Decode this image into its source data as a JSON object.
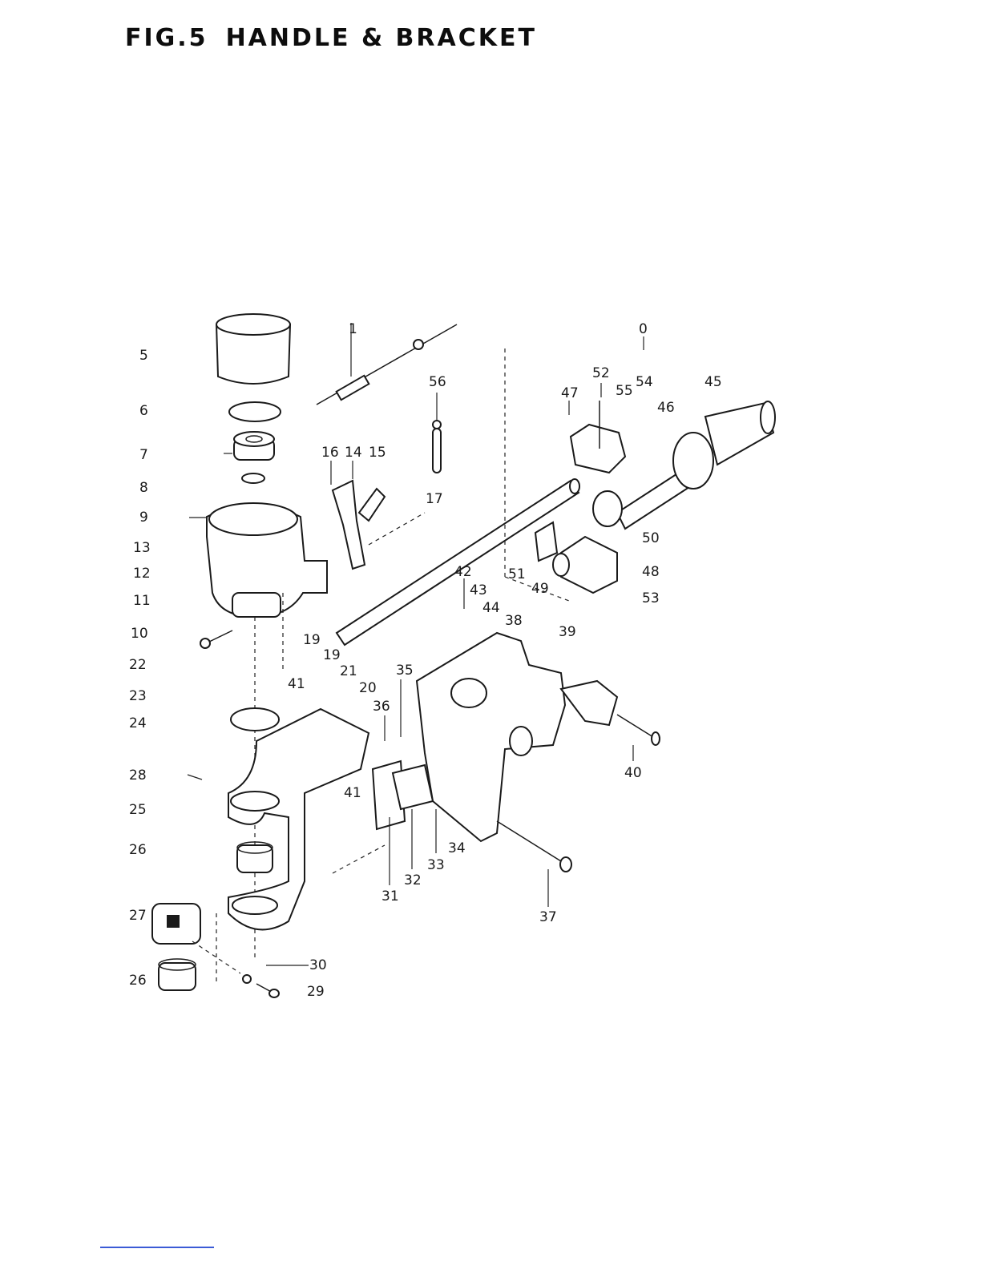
{
  "figure": {
    "number": "FIG.5",
    "title": "HANDLE & BRACKET"
  },
  "callouts": [
    "0",
    "1",
    "5",
    "6",
    "7",
    "8",
    "9",
    "10",
    "11",
    "12",
    "13",
    "14",
    "15",
    "16",
    "17",
    "19",
    "19",
    "20",
    "21",
    "22",
    "23",
    "24",
    "25",
    "26",
    "26",
    "27",
    "28",
    "29",
    "30",
    "31",
    "32",
    "33",
    "34",
    "35",
    "36",
    "37",
    "38",
    "39",
    "40",
    "41",
    "41",
    "42",
    "43",
    "44",
    "45",
    "46",
    "47",
    "48",
    "49",
    "50",
    "51",
    "52",
    "53",
    "54",
    "55",
    "56"
  ],
  "colors": {
    "ink": "#1a1a1a",
    "paper": "#ffffff",
    "footer_rule": "#3b5bd6"
  }
}
